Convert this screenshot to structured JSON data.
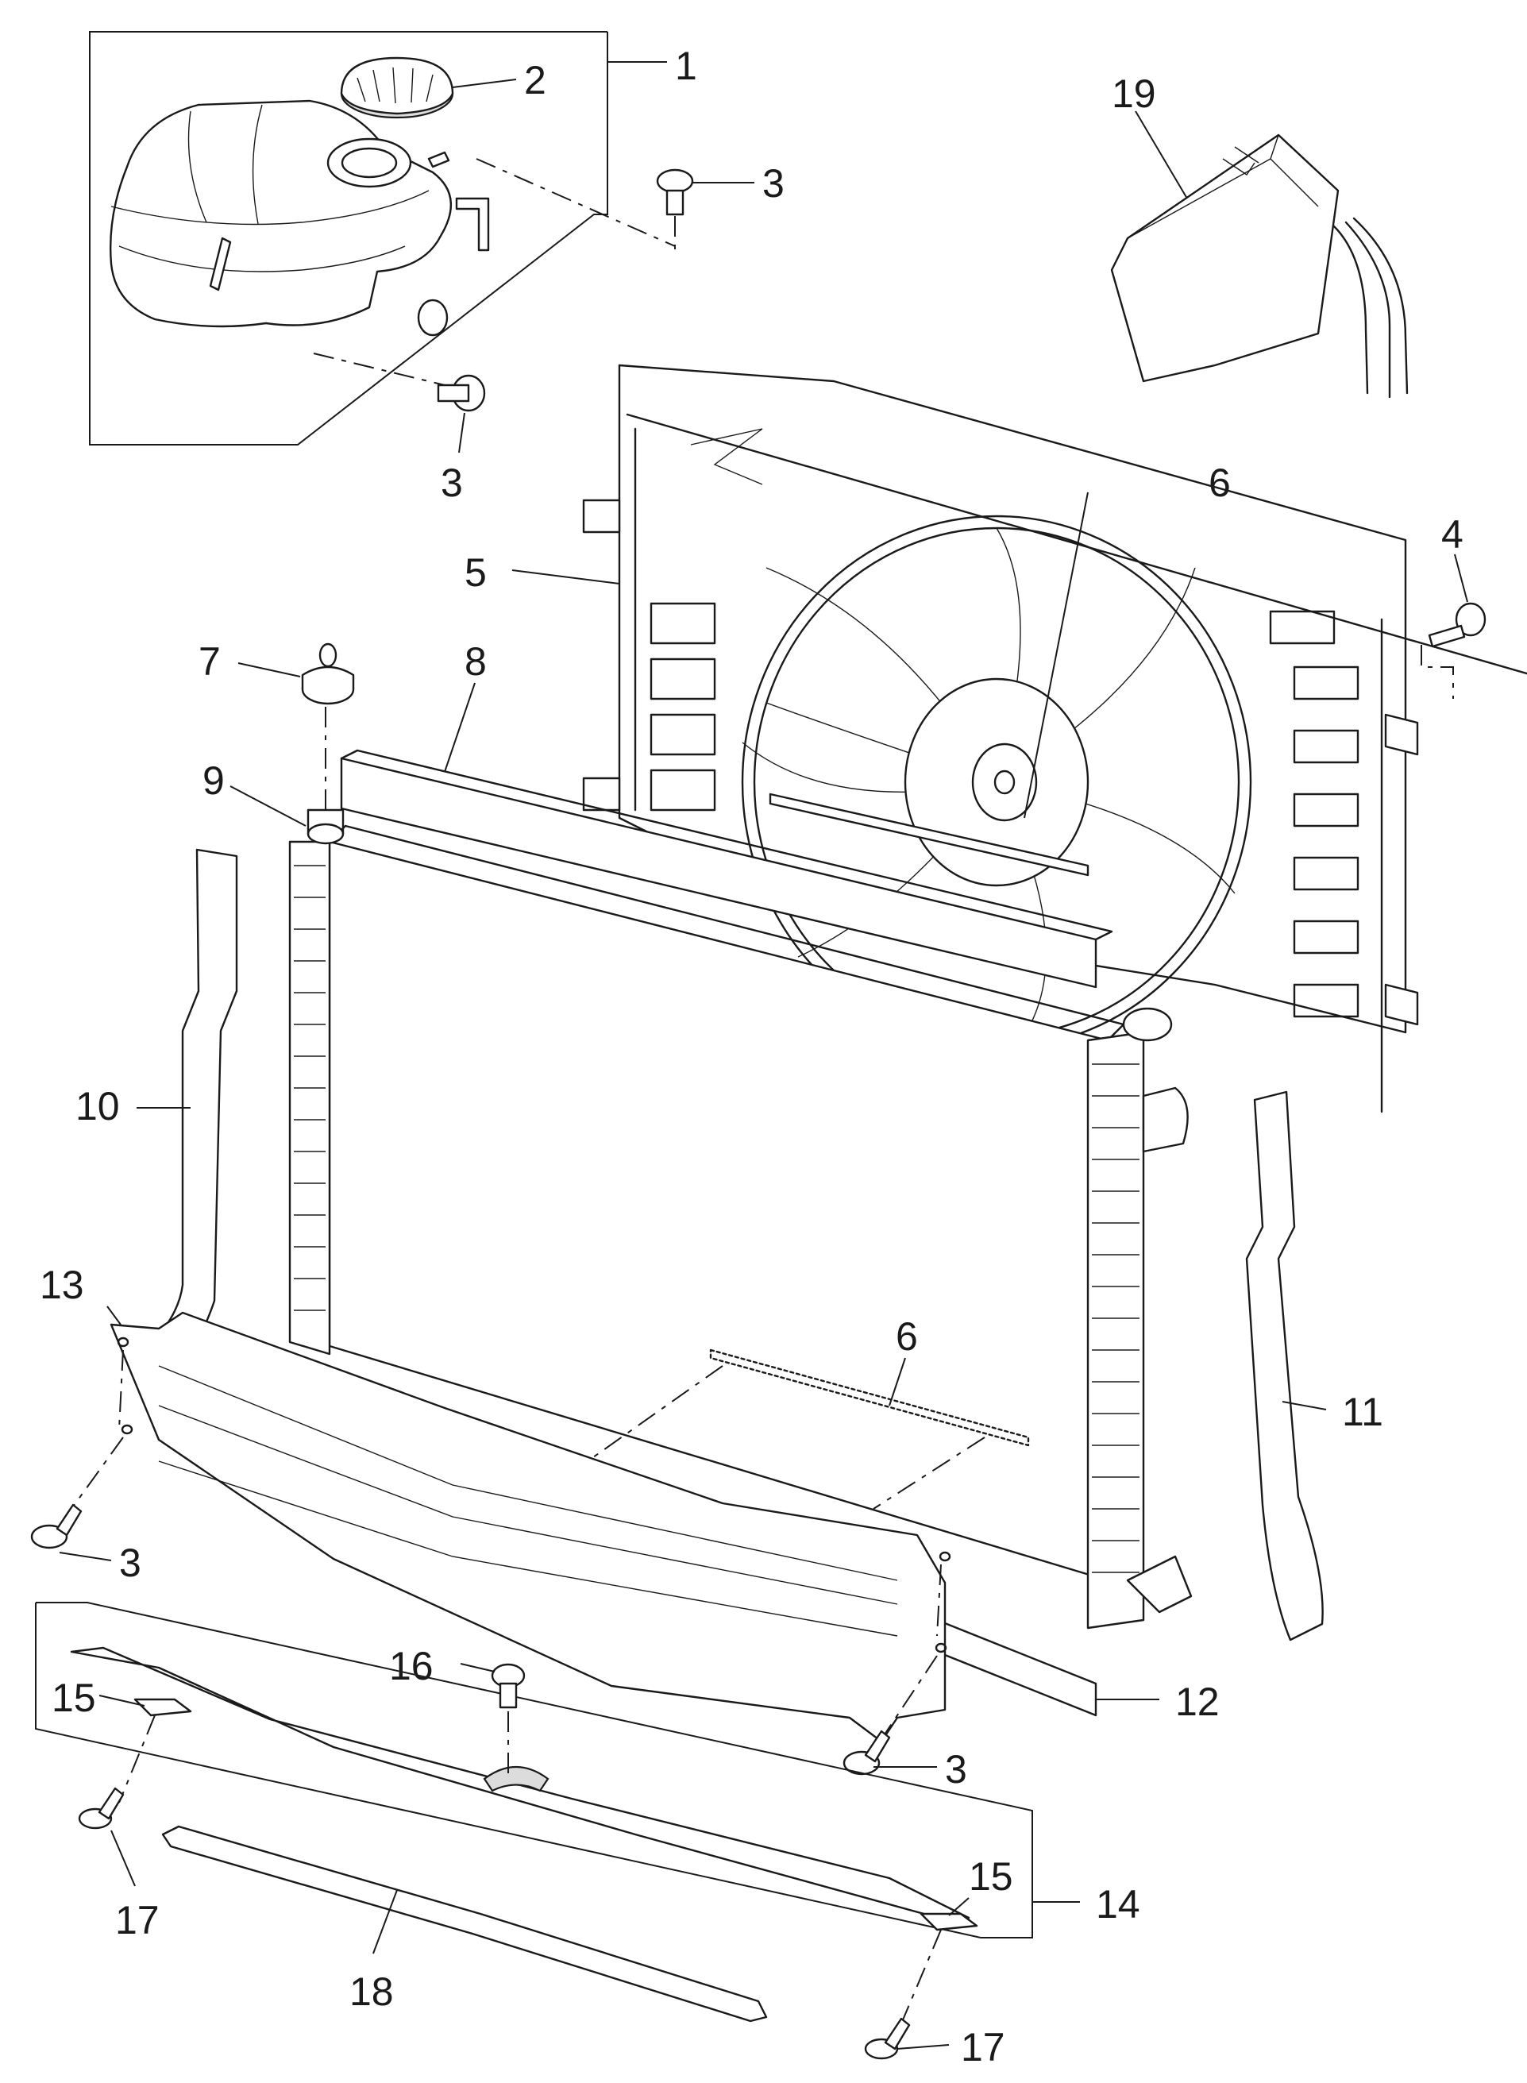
{
  "callouts": {
    "c1": "1",
    "c2": "2",
    "c3a": "3",
    "c3b": "3",
    "c3c": "3",
    "c3d": "3",
    "c4": "4",
    "c5": "5",
    "c6a": "6",
    "c6b": "6",
    "c7": "7",
    "c8": "8",
    "c9": "9",
    "c10": "10",
    "c11": "11",
    "c12": "12",
    "c13": "13",
    "c14": "14",
    "c15a": "15",
    "c15b": "15",
    "c16": "16",
    "c17a": "17",
    "c17b": "17",
    "c18": "18",
    "c19": "19"
  }
}
